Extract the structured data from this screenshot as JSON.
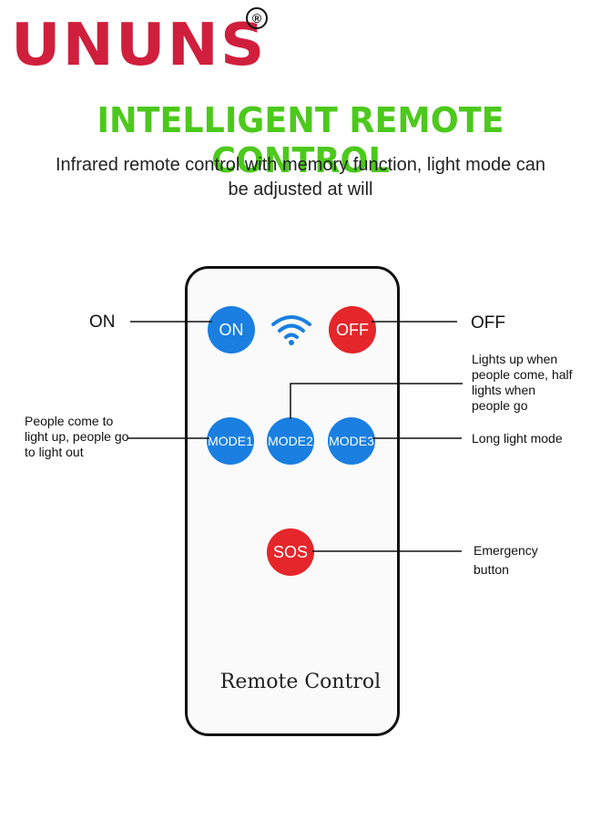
{
  "brand": {
    "logo_text": "UNUNS",
    "registered_mark": "®"
  },
  "headline": "INTELLIGENT REMOTE CONTROL",
  "subtitle": "Infrared remote control with memory function, light mode can be adjusted at will",
  "remote": {
    "label": "Remote Control",
    "buttons": {
      "on": "ON",
      "off": "OFF",
      "mode1": "MODE1",
      "mode2": "MODE2",
      "mode3": "MODE3",
      "sos": "SOS"
    },
    "signal_icon": "wifi-signal-icon"
  },
  "callouts": {
    "on": "ON",
    "off": "OFF",
    "mode1": "People come to light up, people go to light out",
    "mode2": "Lights up when people come, half lights when people go",
    "mode3": "Long light mode",
    "sos": "Emergency button"
  },
  "colors": {
    "logo": "#d01f3c",
    "headline": "#4cc91c",
    "button_blue": "#1a7fe0",
    "button_red": "#e5262b"
  }
}
